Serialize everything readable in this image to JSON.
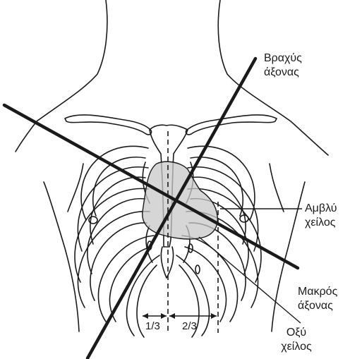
{
  "labels": {
    "short_axis": [
      "Βραχύς",
      "άξονας"
    ],
    "obtuse_margin": [
      "Αμβλύ",
      "χείλος"
    ],
    "long_axis": [
      "Μακρός",
      "άξονας"
    ],
    "acute_margin": [
      "Οξύ",
      "χείλος"
    ],
    "fraction_left": "1/3",
    "fraction_right": "2/3"
  },
  "colors": {
    "ink": "#1a1a1a",
    "heart_fill": "#c8c8c8"
  }
}
